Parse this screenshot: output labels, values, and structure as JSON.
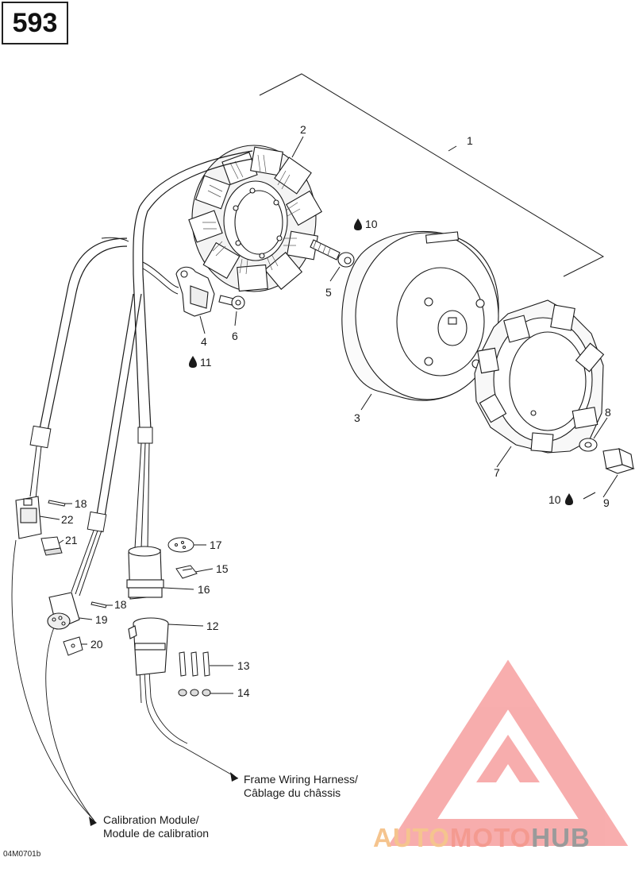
{
  "page_number": "593",
  "figure_code": "04M0701b",
  "watermark": {
    "part1": "AUTO",
    "part2": "MOTO",
    "part3": "HUB"
  },
  "notes": {
    "frame_harness_en": "Frame Wiring Harness/",
    "frame_harness_fr": "Câblage du châssis",
    "calibration_en": "Calibration Module/",
    "calibration_fr": "Module de calibration"
  },
  "callouts": {
    "c1": "1",
    "c2": "2",
    "c3": "3",
    "c4": "4",
    "c5": "5",
    "c6": "6",
    "c7": "7",
    "c8": "8",
    "c9": "9",
    "c10a": "10",
    "c10b": "10",
    "c11": "11",
    "c12": "12",
    "c13": "13",
    "c14": "14",
    "c15": "15",
    "c16": "16",
    "c17": "17",
    "c18a": "18",
    "c18b": "18",
    "c19": "19",
    "c20": "20",
    "c21": "21",
    "c22": "22"
  },
  "icons": {
    "loctite": "drop-icon"
  },
  "colors": {
    "line": "#1a1a1a",
    "watermark_red": "#f26b6b",
    "watermark_orange": "#f5b57a",
    "watermark_gray": "#9a9a9a"
  }
}
